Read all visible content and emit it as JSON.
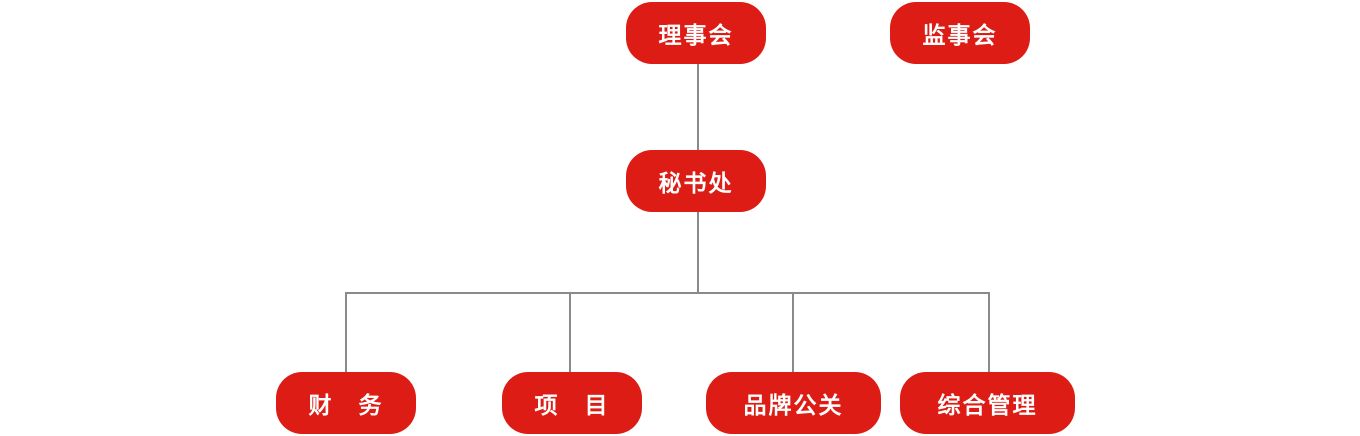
{
  "diagram": {
    "nodes": {
      "council": "理事会",
      "supervisory": "监事会",
      "secretariat": "秘书处",
      "finance": "财　务",
      "projects": "项　目",
      "brand_pr": "品牌公关",
      "general_admin": "综合管理"
    },
    "colors": {
      "node_fill": "#dd1d15",
      "node_text": "#ffffff",
      "connector": "#8a8a8a"
    }
  }
}
